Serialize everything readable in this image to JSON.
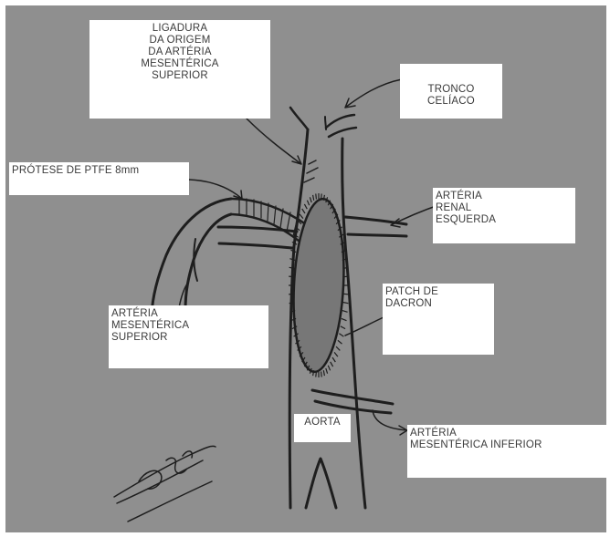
{
  "colors": {
    "background": "#8f8f8f",
    "ink": "#1e1e1e",
    "label_bg": "#ffffff",
    "label_text": "#3a3a3a",
    "patch_fill": "#777777"
  },
  "labels": {
    "ligadura": [
      "LIGADURA",
      "DA ORIGEM",
      "DA ARTÉRIA",
      "MESENTÉRICA",
      "SUPERIOR"
    ],
    "tronco": [
      "TRONCO",
      "CELÍACO"
    ],
    "protese": [
      "PRÓTESE DE PTFE 8mm"
    ],
    "renal": [
      "ARTÉRIA",
      "RENAL",
      "ESQUERDA"
    ],
    "sma": [
      "ARTÉRIA",
      "MESENTÉRICA",
      "SUPERIOR"
    ],
    "patch": [
      "PATCH DE",
      "DACRON"
    ],
    "aorta": [
      "AORTA"
    ],
    "ima": [
      "ARTÉRIA",
      "MESENTÉRICA INFERIOR"
    ]
  }
}
